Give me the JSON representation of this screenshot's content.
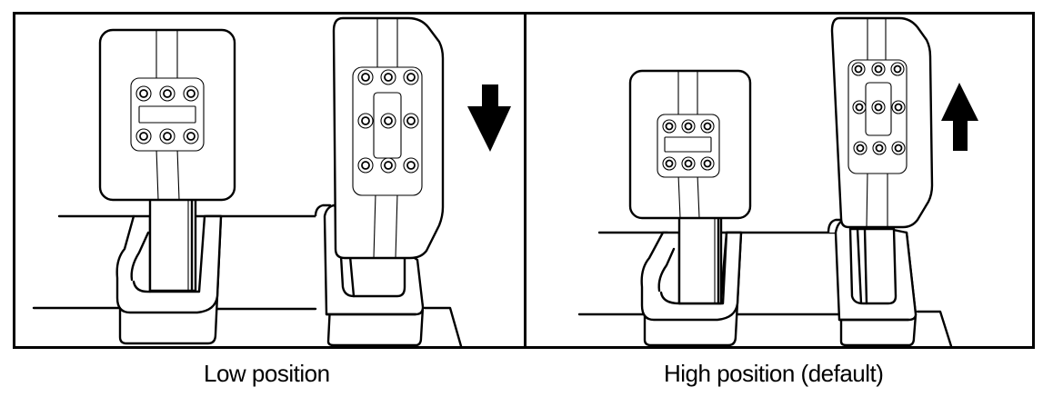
{
  "figure": {
    "panels": [
      {
        "id": "low",
        "caption": "Low position",
        "arrow": {
          "direction": "down",
          "icon": "arrow-down-icon"
        },
        "pedals": [
          {
            "name": "short-pedal",
            "bolt_rows": 2,
            "bolts_per_row": 3
          },
          {
            "name": "tall-pedal",
            "bolt_rows": 3,
            "bolts_per_row": 3,
            "position": "lowered"
          }
        ]
      },
      {
        "id": "high",
        "caption": "High position (default)",
        "arrow": {
          "direction": "up",
          "icon": "arrow-up-icon"
        },
        "pedals": [
          {
            "name": "short-pedal",
            "bolt_rows": 2,
            "bolts_per_row": 3
          },
          {
            "name": "tall-pedal",
            "bolt_rows": 3,
            "bolts_per_row": 3,
            "position": "raised"
          }
        ]
      }
    ],
    "colors": {
      "line": "#000000",
      "background": "#ffffff"
    }
  }
}
